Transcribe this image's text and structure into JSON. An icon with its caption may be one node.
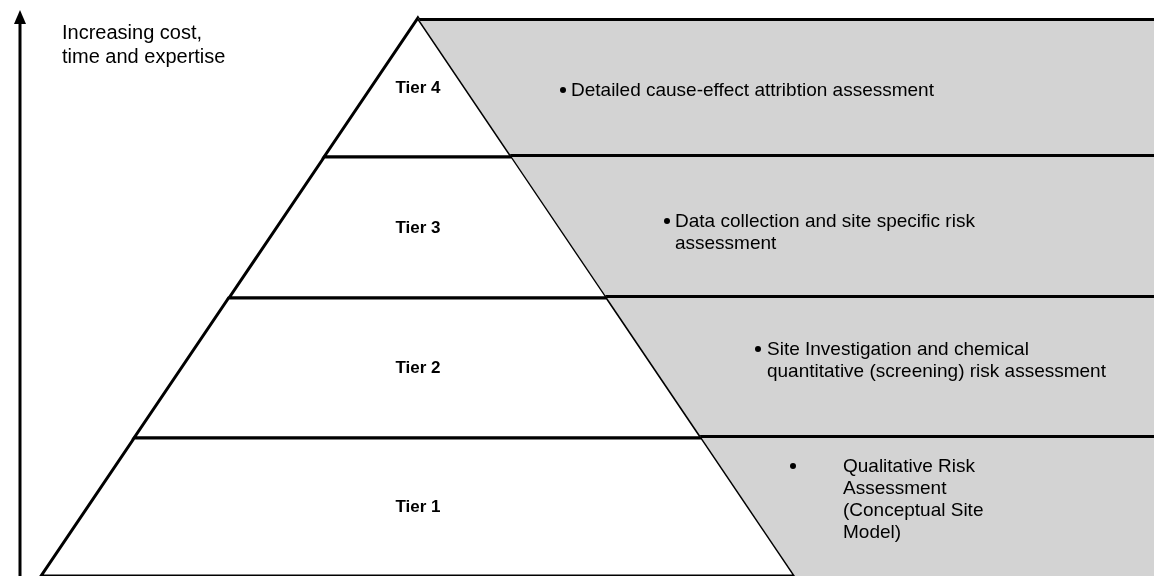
{
  "diagram": {
    "nodes": [
      {
        "text": [
          "Tier 4"
        ]
      },
      {
        "text": [
          "Detailed cause-effect attribtion assessment"
        ]
      },
      {
        "text": [
          "Tier 3"
        ]
      },
      {
        "text": [
          "Data collection and site specific risk assessment"
        ]
      },
      {
        "text": [
          "Tier 2"
        ]
      },
      {
        "text": [
          "Site Investigation and chemical quantitative (screening) risk assessment"
        ]
      },
      {
        "text": [
          "Tier 1"
        ]
      },
      {
        "text": [
          "Qualitative Risk Assessment (Conceptual Site Model)"
        ]
      }
    ],
    "labels": [
      "Increasing cost, time and expertise"
    ]
  }
}
